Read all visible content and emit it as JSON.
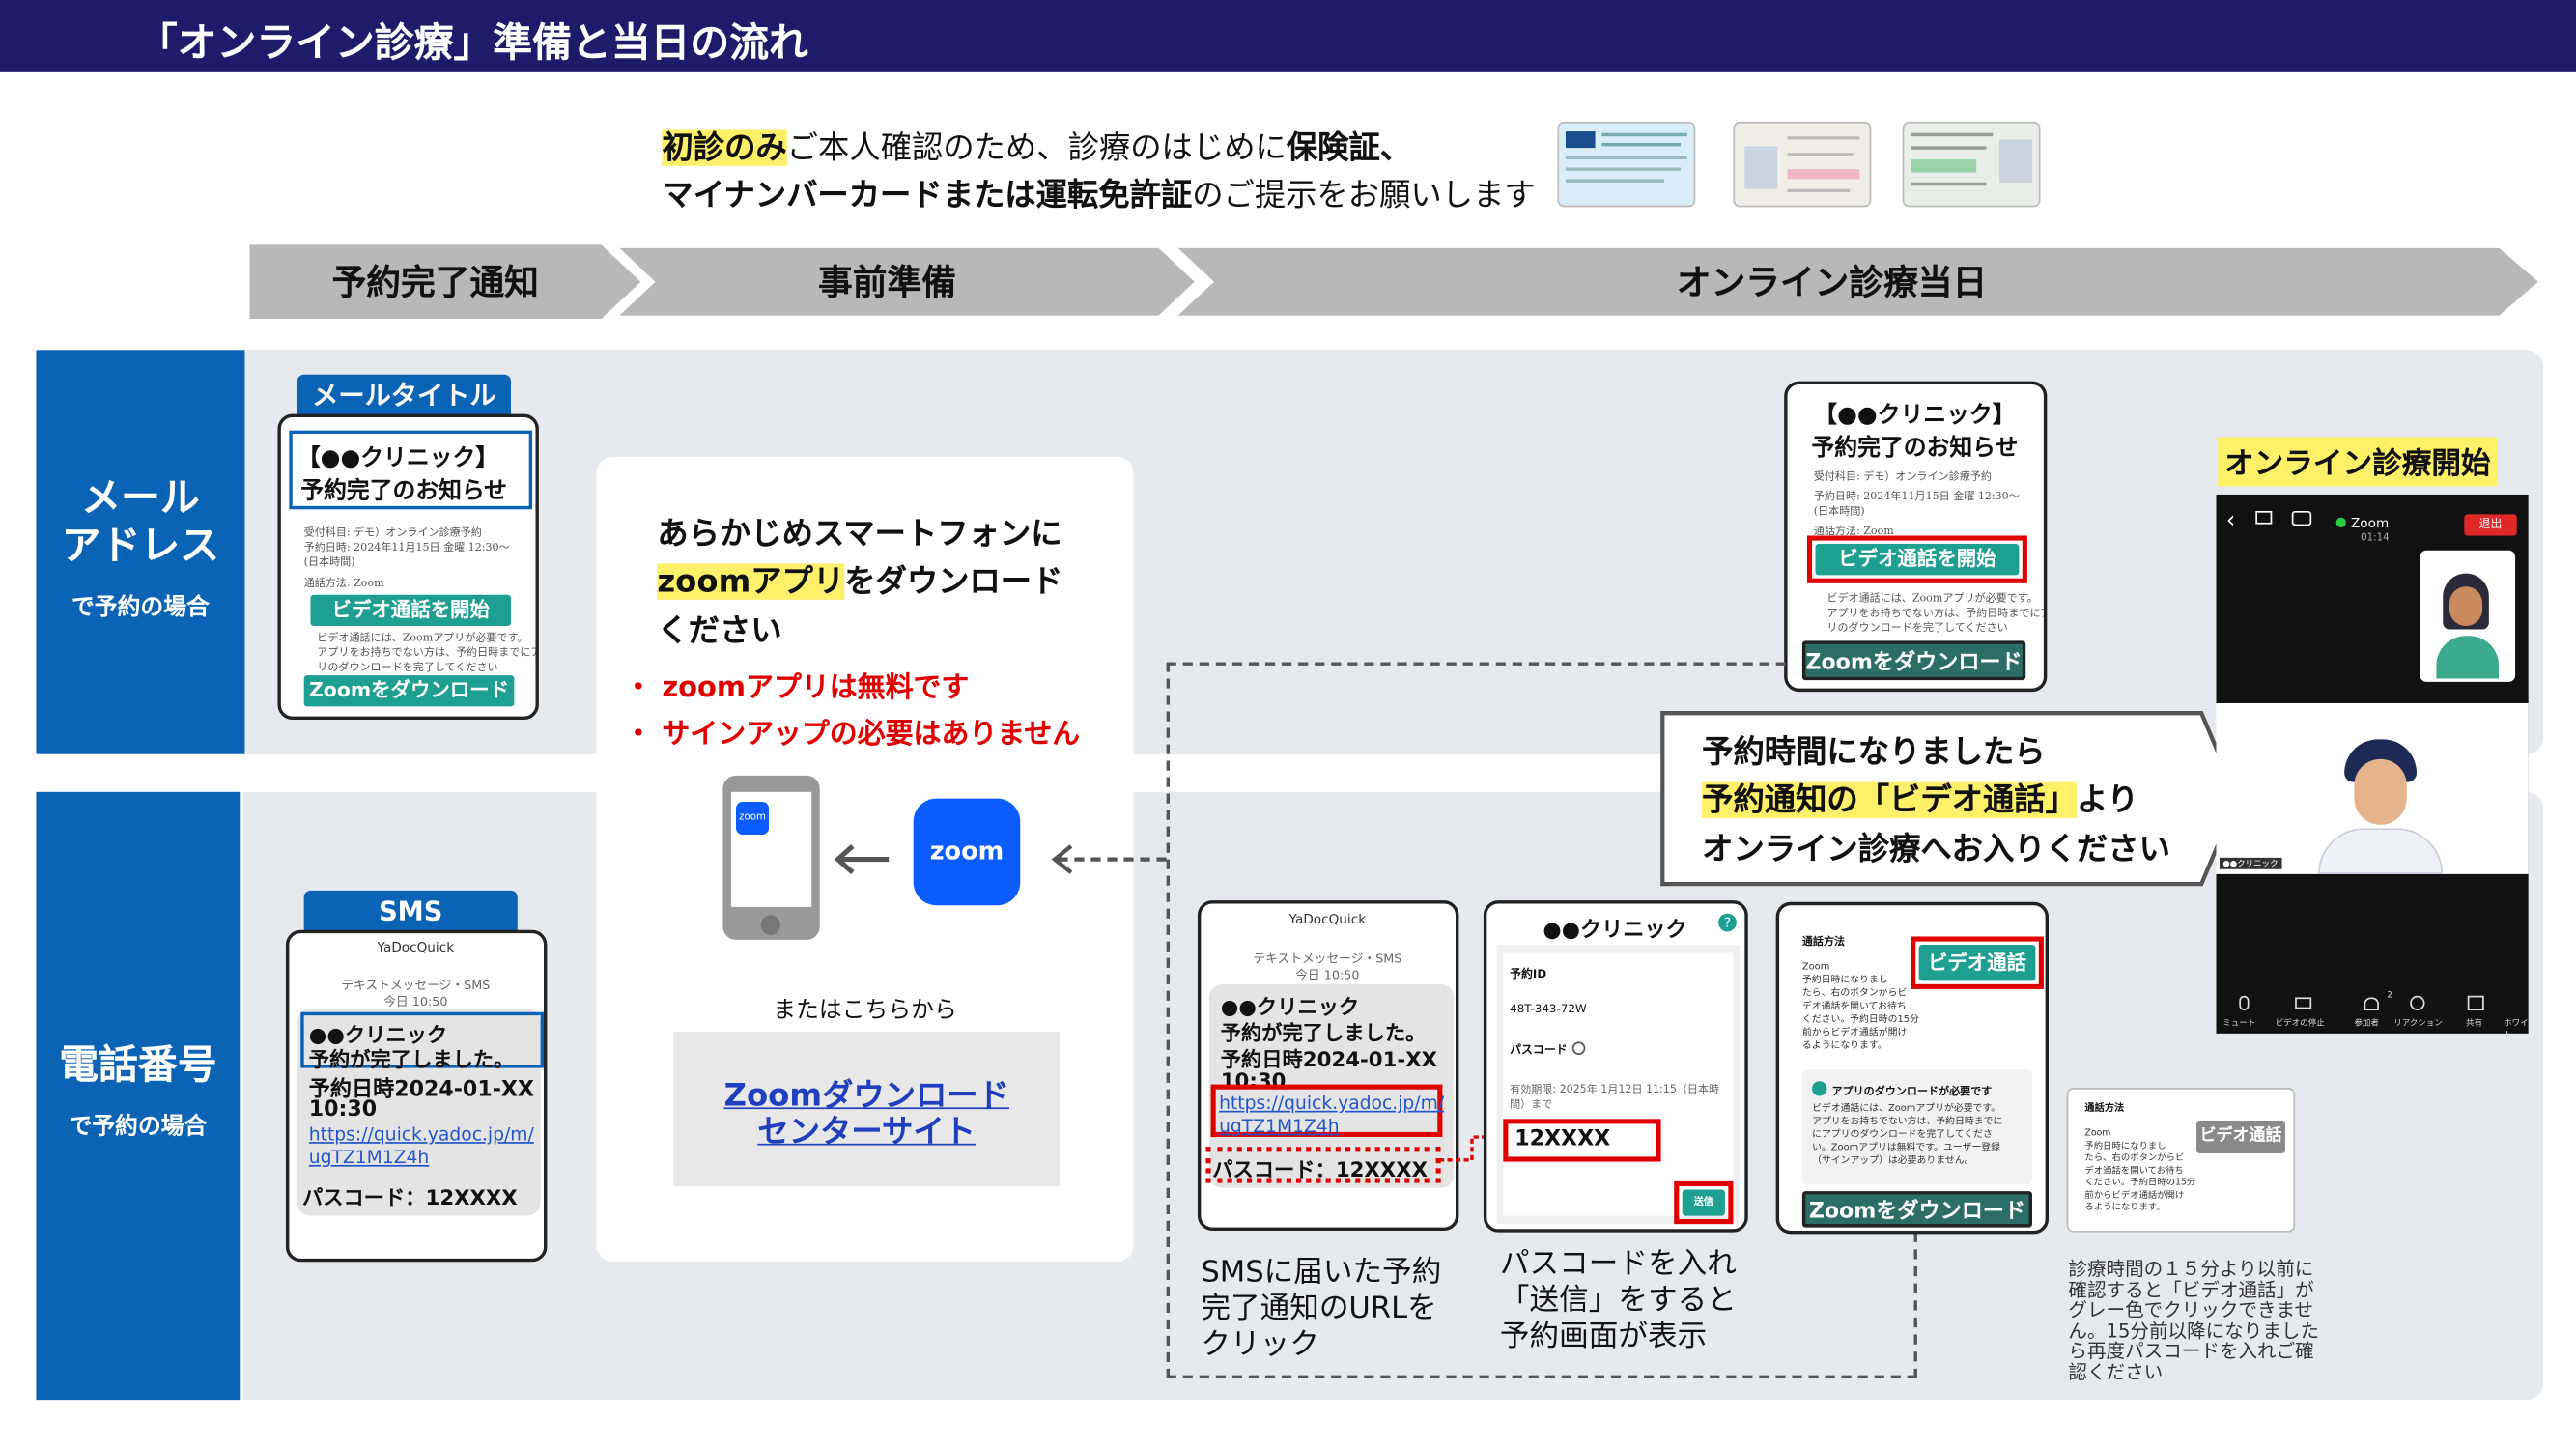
{
  "header": {
    "title": "「オンライン診療」準備と当日の流れ"
  },
  "note": {
    "hl1": "初診のみ",
    "t1": "ご本人確認のため、診療のはじめに",
    "b1": "保険証、",
    "b2": "マイナンバーカードまたは運転免許証",
    "t2": "のご提示をお願いします"
  },
  "steps": [
    "予約完了通知",
    "事前準備",
    "オンライン診療当日"
  ],
  "rows": {
    "mail": {
      "line1": "メール",
      "line2": "アドレス",
      "sub": "で予約の場合"
    },
    "phone": {
      "line1": "電話番号",
      "sub": "で予約の場合"
    }
  },
  "mail_card": {
    "tag": "メールタイトル",
    "subject1": "【●●クリニック】",
    "subject2": "予約完了のお知らせ",
    "body1": "受付科目: デモ）オンライン診療予約",
    "body2": "予約日時: 2024年11月15日 金曜 12:30〜",
    "body3": "(日本時間)",
    "body4": "通話方法: Zoom",
    "video_btn": "ビデオ通話を開始",
    "body5": "ビデオ通話には、Zoomアプリが必要です。",
    "body6": "アプリをお持ちでない方は、予約日時までにア",
    "body7": "リのダウンロードを完了してください",
    "zoom_btn": "Zoomをダウンロード"
  },
  "sms_card": {
    "tag": "SMS",
    "sender": "YaDocQuick",
    "meta1": "テキストメッセージ・SMS",
    "meta2": "今日 10:50",
    "m1": "●●クリニック",
    "m2": "予約が完了しました。",
    "m3": "予約日時2024-01-XX",
    "m4": "10:30",
    "url1": "https://quick.yadoc.jp/m/",
    "url2": "ugTZ1M1Z4h",
    "pass": "パスコード：12XXXX"
  },
  "prep": {
    "l1": "あらかじめスマートフォンに",
    "hl": "zoomアプリ",
    "l2": "をダウンロード",
    "l3": "ください",
    "r1": "・ zoomアプリは無料です",
    "r2": "・ サインアップの必要はありません",
    "zoom_logo": "zoom",
    "app_icon": "zoom",
    "or": "またはこちらから",
    "link1": "Zoomダウンロード",
    "link2": "センターサイト"
  },
  "day_mail": {
    "s1": "【●●クリニック】",
    "s2": "予約完了のお知らせ",
    "b1": "受付科目: デモ）オンライン診療予約",
    "b2": "予約日時: 2024年11月15日 金曜 12:30〜",
    "b3": "(日本時間)",
    "b4": "通話方法: Zoom",
    "video_btn": "ビデオ通話を開始",
    "b5": "ビデオ通話には、Zoomアプリが必要です。",
    "b6": "アプリをお持ちでない方は、予約日時までにア",
    "b7": "リのダウンロードを完了してください",
    "zoom_btn": "Zoomをダウンロード"
  },
  "callout": {
    "l1": "予約時間になりましたら",
    "hl": "予約通知の「ビデオ通話」",
    "l2": "より",
    "l3": "オンライン診療へお入りください"
  },
  "start": {
    "title": "オンライン診療開始",
    "zoom_label": "Zoom",
    "time": "01:14",
    "leave": "退出",
    "name_tag": "●●クリニック",
    "toolbar": [
      "ミュート",
      "ビデオの停止",
      "参加者",
      "リアクション",
      "共有",
      "ホワイト"
    ],
    "participants": "2"
  },
  "s1": {
    "sender": "YaDocQuick",
    "meta1": "テキストメッセージ・SMS",
    "meta2": "今日 10:50",
    "m1": "●●クリニック",
    "m2": "予約が完了しました。",
    "m3": "予約日時2024-01-XX",
    "m4": "10:30",
    "url1": "https://quick.yadoc.jp/m/",
    "url2": "ugTZ1M1Z4h",
    "pass": "パスコード：12XXXX",
    "caption": [
      "SMSに届いた予約",
      "完了通知のURLを",
      "クリック"
    ]
  },
  "s2": {
    "clinic": "●●クリニック",
    "id_label": "予約ID",
    "id_value": "48T-343-72W",
    "pass_label": "パスコード",
    "exp1": "有効期限: 2025年 1月12日 11:15（日本時",
    "exp2": "間）まで",
    "pass_value": "12XXXX",
    "send": "送信",
    "caption": [
      "パスコードを入れ",
      "「送信」をすると",
      "予約画面が表示"
    ]
  },
  "s3": {
    "label": "通話方法",
    "z": "Zoom",
    "t1": "予約日時になりまし",
    "t2": "たら、右のボタンからビ",
    "t3": "デオ通話を開いてお待ち",
    "t4": "ください。予約日時の15分",
    "t5": "前からビデオ通話が開け",
    "t6": "るようになります。",
    "video_btn": "ビデオ通話",
    "need": "アプリのダウンロードが必要です",
    "n1": "ビデオ通話には、Zoomアプリが必要です。",
    "n2": "アプリをお持ちでない方は、予約日時までに",
    "n3": "にアプリのダウンロードを完了してくださ",
    "n4": "い。Zoomアプリは無料です。ユーザー登録",
    "n5": "（サインアップ）は必要ありません。",
    "zoom_btn": "Zoomをダウンロード"
  },
  "s4": {
    "label": "通話方法",
    "z": "Zoom",
    "t1": "予約日時になりまし",
    "t2": "たら、右のボタンからビ",
    "t3": "デオ通話を開いてお待ち",
    "t4": "ください。予約日時の15分",
    "t5": "前からビデオ通話が開け",
    "t6": "るようになります。",
    "video_btn": "ビデオ通話",
    "caption": [
      "診療時間の１５分より以前に",
      "確認すると「ビデオ通話」が",
      "グレー色でクリックできませ",
      "ん。15分前以降になりました",
      "ら再度パスコードを入れご確",
      "認ください"
    ]
  },
  "colors": {
    "navy": "#1f1b6b",
    "blue": "#0b63b5",
    "teal": "#1d9f91",
    "red": "#e00000",
    "band": "#e6e9ee",
    "highlight": "#fff06a"
  }
}
